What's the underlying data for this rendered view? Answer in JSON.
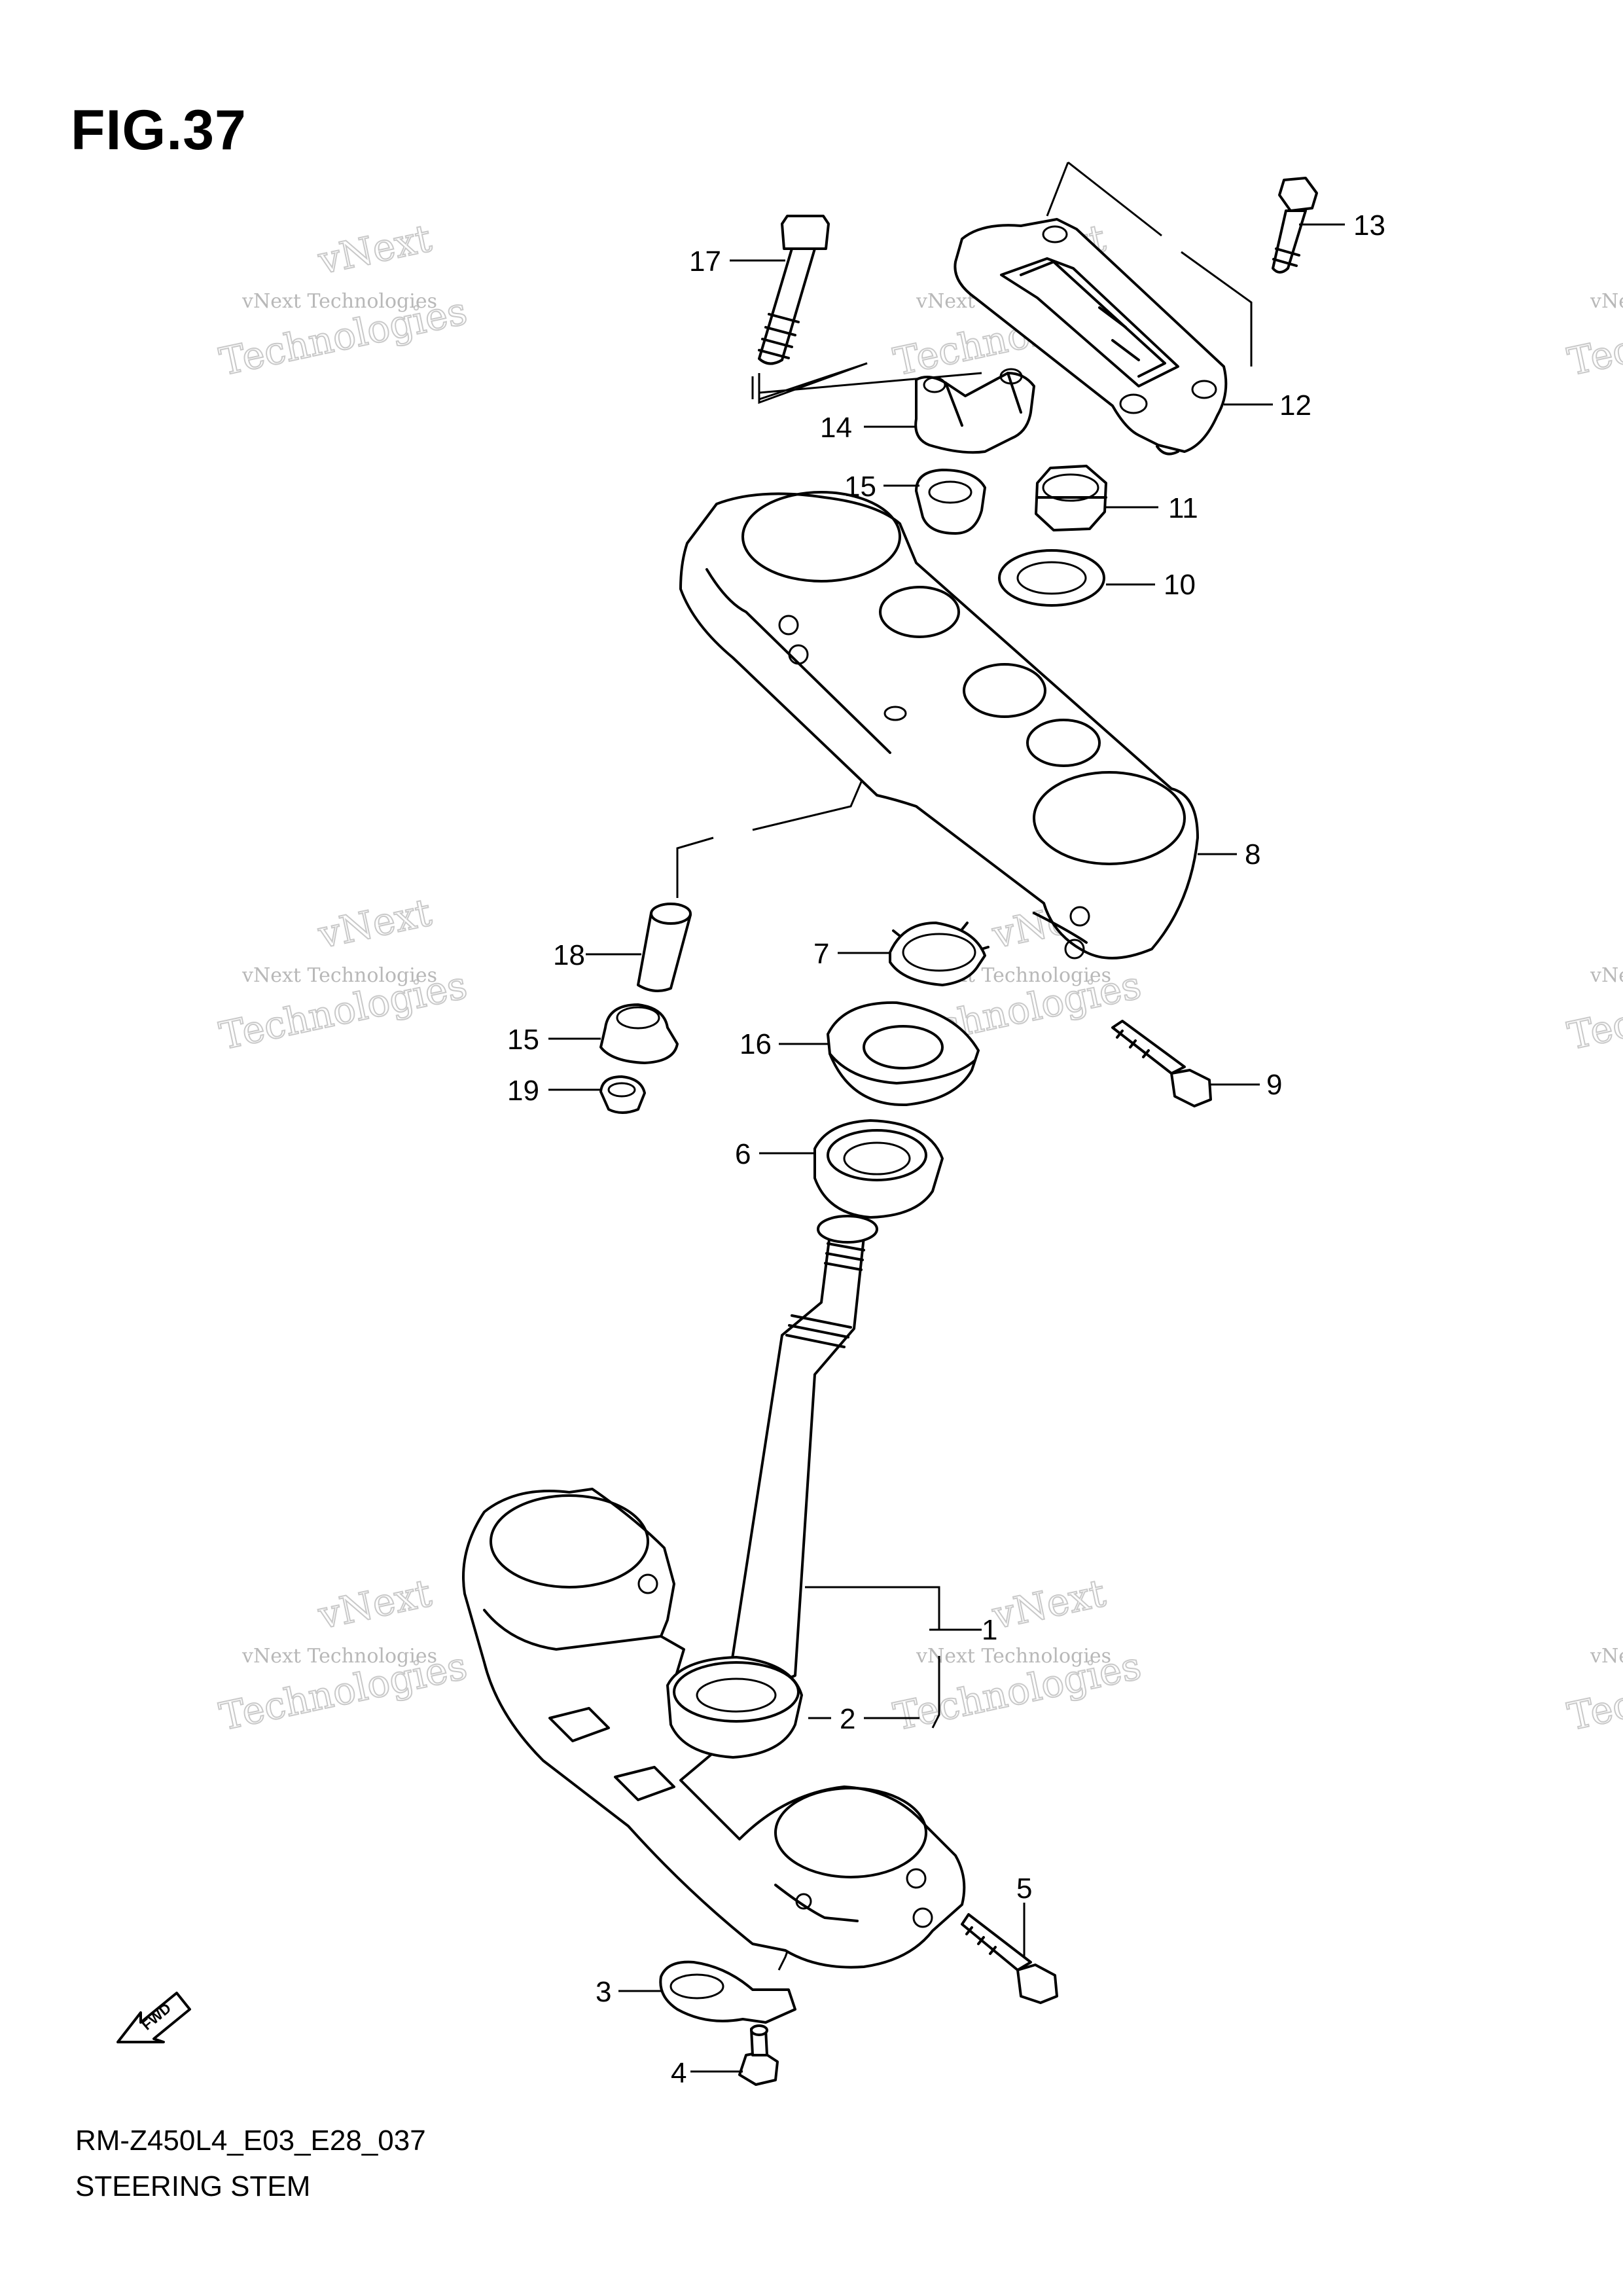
{
  "figure": {
    "title": "FIG.37",
    "drawing_code": "RM-Z450L4_E03_E28_037",
    "caption": "STEERING STEM"
  },
  "fwd_label": "FWD",
  "watermark": {
    "line1": "vNext Technologies",
    "line2": "Technologies",
    "line3": "vNext"
  },
  "callouts": [
    "1",
    "2",
    "3",
    "4",
    "5",
    "6",
    "7",
    "8",
    "9",
    "10",
    "11",
    "12",
    "13",
    "14",
    "15",
    "15",
    "16",
    "17",
    "18",
    "19"
  ]
}
